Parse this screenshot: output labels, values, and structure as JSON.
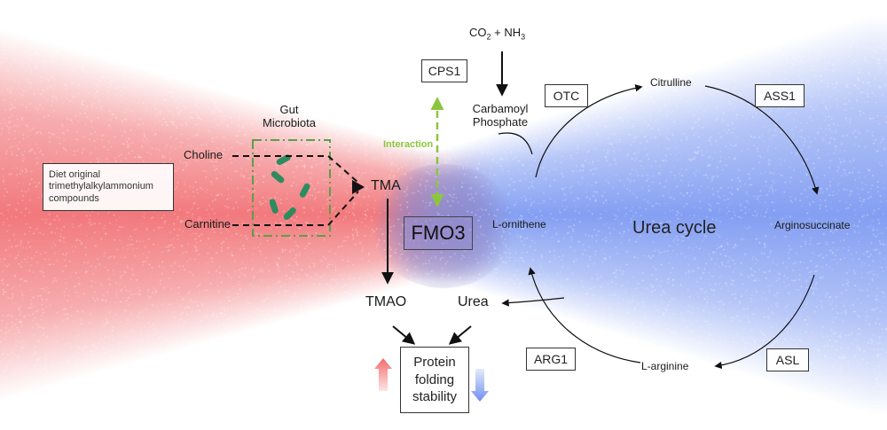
{
  "diet_box": "Diet original trimethylalkylammonium compounds",
  "gut_microbiota": {
    "line1": "Gut",
    "line2": "Microbiota"
  },
  "choline": "Choline",
  "carnitine": "Carnitine",
  "tma": "TMA",
  "tmao": "TMAO",
  "fmo3": "FMO3",
  "cps1": "CPS1",
  "interaction": "Interaction",
  "co2_nh3": {
    "co": "CO",
    "sub2": "2",
    "plus_nh": " + NH",
    "sub3": "3"
  },
  "carbamoyl_phosphate": {
    "line1": "Carbamoyl",
    "line2": "Phosphate"
  },
  "otc": "OTC",
  "citrulline": "Citrulline",
  "ass1": "ASS1",
  "argininosuccinate": "Arginosuccinate",
  "asl": "ASL",
  "l_arginine": "L-arginine",
  "arg1": "ARG1",
  "l_ornithine": "L-ornithene",
  "urea_cycle": "Urea cycle",
  "urea": "Urea",
  "protein_box": {
    "line1": "Protein",
    "line2": "folding",
    "line3": "stability"
  },
  "colors": {
    "tma_side": "#f06a6e",
    "urea_side": "#6e8ef0",
    "fmo3_blob": "#8f88c8",
    "interaction_green": "#8cc63f",
    "dash_green": "#5aa04a",
    "bacteria": "#2e8b5e"
  }
}
